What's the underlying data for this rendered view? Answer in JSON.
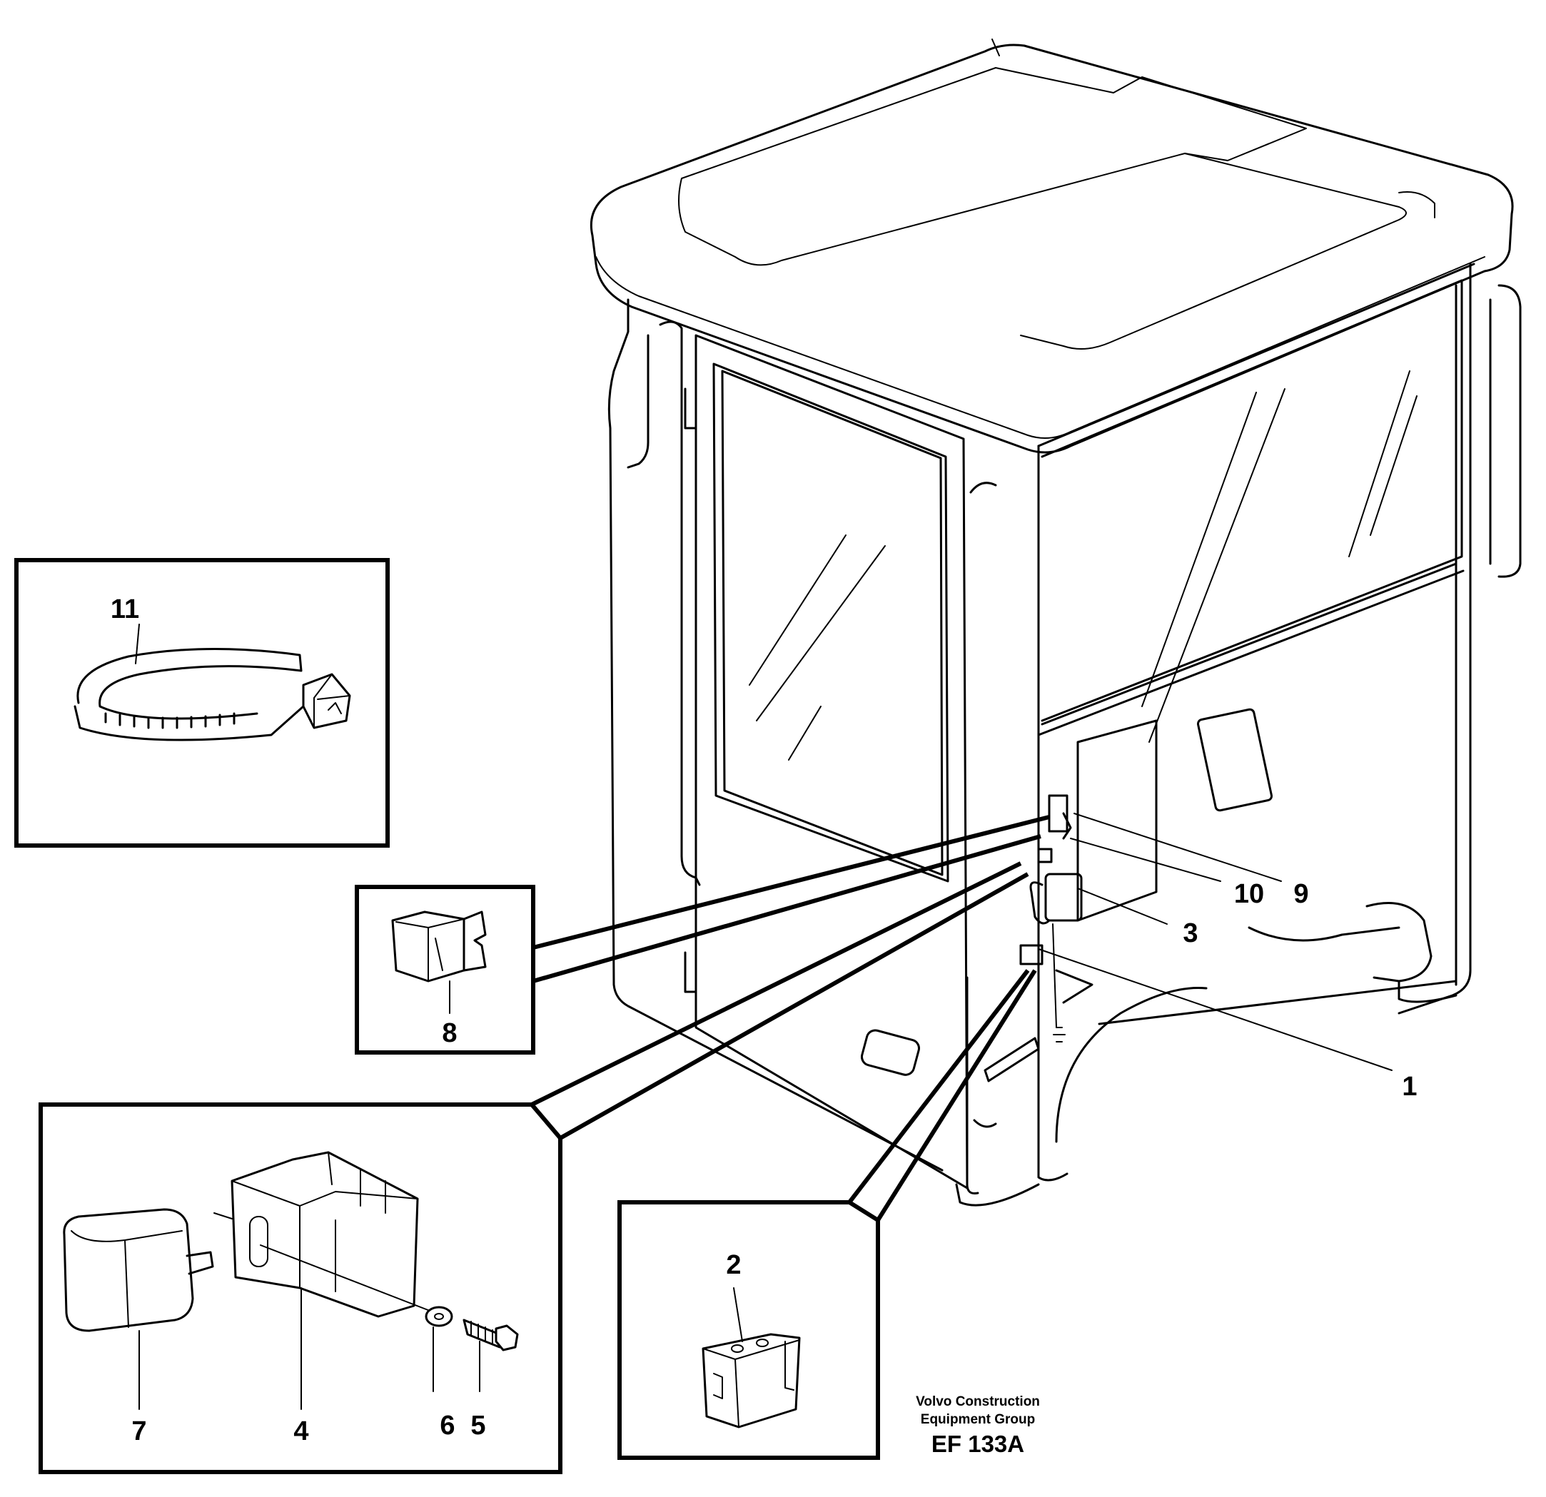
{
  "callouts": {
    "c1": "1",
    "c2": "2",
    "c3": "3",
    "c4": "4",
    "c5": "5",
    "c6": "6",
    "c7": "7",
    "c8": "8",
    "c9": "9",
    "c10": "10",
    "c11": "11"
  },
  "credit": {
    "line1": "Volvo Construction",
    "line2": "Equipment Group"
  },
  "figure_id": "EF 133A"
}
